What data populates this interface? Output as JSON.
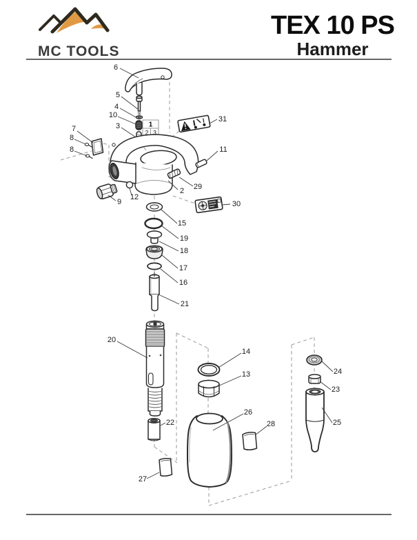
{
  "header": {
    "brand": "MC TOOLS",
    "model": "TEX 10 PS",
    "product": "Hammer"
  },
  "colors": {
    "accent_orange": "#e09a44",
    "ink": "#2a2a2a",
    "rule_gray": "#666666",
    "dash_gray": "#9a9a9a"
  },
  "icons": {
    "logo": "mountain-peaks",
    "sticker_31": "warning-triangle-label",
    "sticker_30": "data-plate-emblem"
  },
  "diagram": {
    "inset_table": {
      "row1": "1",
      "row2_left": "2",
      "row2_right": "3"
    },
    "callouts": {
      "c2": "2",
      "c3": "3",
      "c4": "4",
      "c5": "5",
      "c6": "6",
      "c7": "7",
      "c8a": "8",
      "c8b": "8",
      "c9": "9",
      "c10": "10",
      "c11": "11",
      "c12": "12",
      "c13": "13",
      "c14": "14",
      "c15": "15",
      "c16": "16",
      "c17": "17",
      "c18": "18",
      "c19": "19",
      "c20": "20",
      "c21": "21",
      "c22": "22",
      "c23": "23",
      "c24": "24",
      "c25": "25",
      "c26": "26",
      "c27": "27",
      "c28": "28",
      "c29": "29",
      "c30": "30",
      "c31": "31"
    }
  }
}
